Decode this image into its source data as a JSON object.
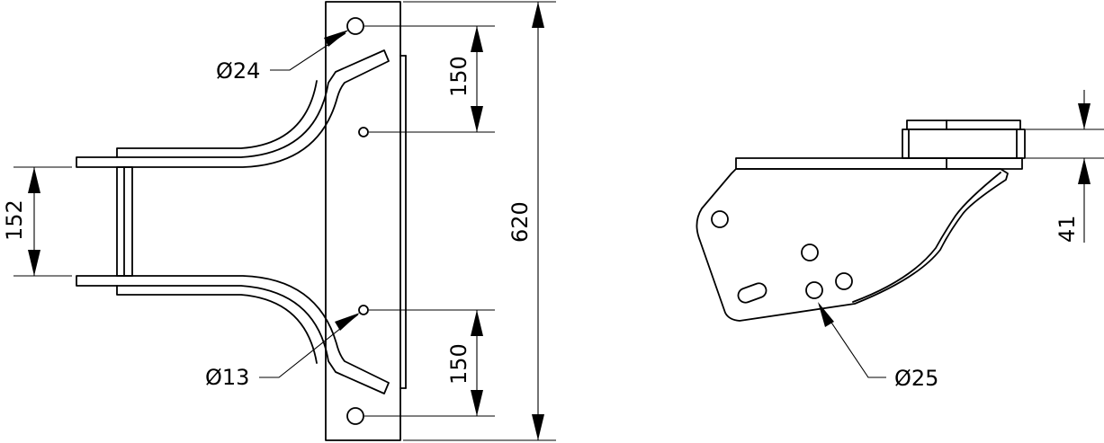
{
  "drawing": {
    "front_view": {
      "hole_top_label": "Ø24",
      "hole_bottom_label": "Ø13",
      "dim_upper_spacing": "150",
      "dim_lower_spacing": "150",
      "dim_total_height": "620",
      "dim_arm_gap": "152"
    },
    "side_view": {
      "hole_label": "Ø25",
      "dim_height": "41"
    }
  }
}
